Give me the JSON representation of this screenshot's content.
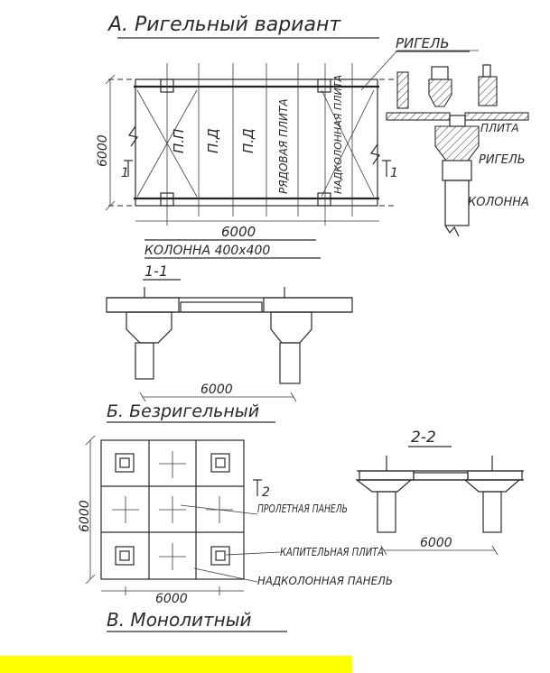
{
  "titles": {
    "a": "А. Ригельный вариант",
    "b": "Б. Безригельный",
    "c": "В. Монолитный"
  },
  "labels": {
    "rigel_top": "РИГЕЛЬ",
    "plita": "ПЛИТА",
    "rigel_mid": "РИГЕЛЬ",
    "kolonna": "КОЛОННА",
    "column_size": "КОЛОННА 400х400",
    "span_a": "6000",
    "height_a": "6000",
    "pp1": "П.П",
    "pp2": "П.Д",
    "pp3": "П.Д",
    "plate_ordinary": "РЯДОВАЯ ПЛИТА",
    "plate_edge": "НАДКОЛОННАЯ ПЛИТА",
    "section_1_left": "1",
    "section_1_right": "1",
    "section_1_1": "1-1",
    "span_b": "6000",
    "section_2_2": "2-2",
    "section_2_mark": "2",
    "prolet_panel": "ПРОЛЕТНАЯ ПАНЕЛЬ",
    "kapitel_plita": "КАПИТЕЛЬНАЯ ПЛИТА",
    "nadkolon_panel": "НАДКОЛОННАЯ ПАНЕЛЬ",
    "span_c_h": "6000",
    "span_c_v": "6000",
    "span_2_2": "6000"
  }
}
